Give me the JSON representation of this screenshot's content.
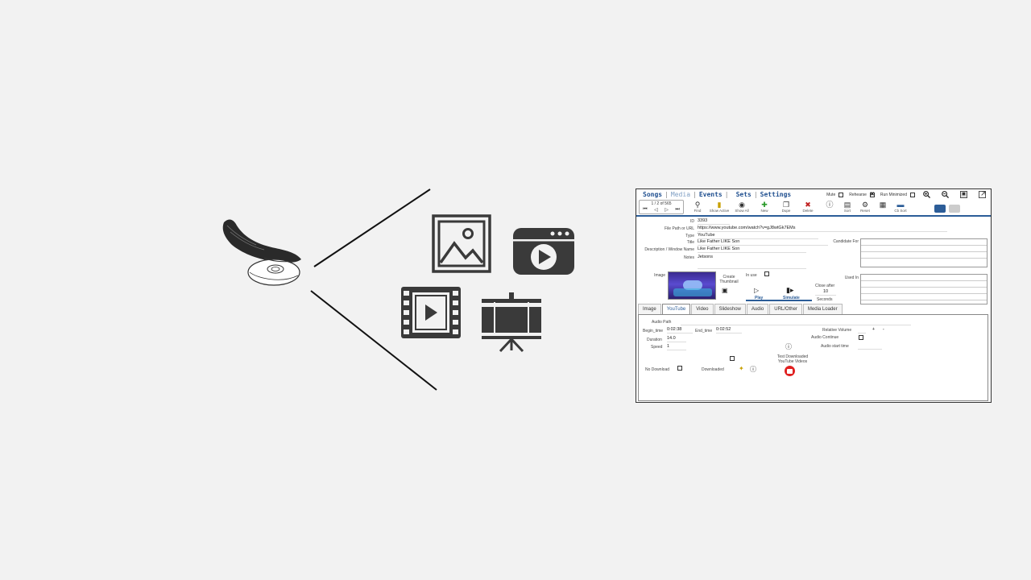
{
  "app": {
    "nav": {
      "songs": "Songs",
      "media": "Media",
      "events": "Events",
      "sets": "Sets",
      "settings": "Settings",
      "mute": "Mute",
      "rehearse": "Rehearse",
      "run_minimized": "Run Minimized"
    },
    "record_nav": {
      "count": "1 / 2 of 565"
    },
    "toolbar": {
      "find": "Find",
      "show_active": "Show Active",
      "show_all": "Show All",
      "new": "New",
      "dupe": "Dupe",
      "delete": "Delete",
      "sort": "Sort",
      "reset": "Reset",
      "cb_sort": "Cb Sort"
    },
    "fields": {
      "id_label": "ID",
      "id_value": "3393",
      "path_label": "File Path or URL",
      "path_value": "https://www.youtube.com/watch?v=gJ8wtGk7EMs",
      "type_label": "Type",
      "type_value": "YouTube",
      "title_label": "Title",
      "title_value": "Like Father LIKE Son",
      "desc_label": "Description / Window Name",
      "desc_value": "Like Father LIKE Son",
      "notes_label": "Notes",
      "notes_value": "Jetsons",
      "candidate_label": "Candidate For",
      "image_label": "Image",
      "create_thumb": "Create Thumbnail",
      "in_use": "In use",
      "used_in": "Used In",
      "play": "Play",
      "simulate": "Simulate",
      "close_after": "Close after",
      "close_after_value": "10",
      "seconds": "Seconds"
    },
    "tabs": [
      "Image",
      "YouTube",
      "Video",
      "Slideshow",
      "Audio",
      "URL/Other",
      "Media Loader"
    ],
    "youtube_panel": {
      "audio_path": "Audio Path",
      "begin_label": "Begin_time",
      "begin_value": "0:02:38",
      "end_label": "End_time",
      "end_value": "0:02:52",
      "duration_label": "Duration",
      "duration_value": "14.0",
      "speed_label": "Speed",
      "speed_value": "1",
      "relative_volume": "Relative Volume",
      "audio_continue": "Audio Continue",
      "audio_start": "Audio start time",
      "no_download": "No Download",
      "downloaded": "Downloaded",
      "test_downloaded": "Test Downloaded YouTube Videos"
    }
  },
  "icons": [
    "hand-mouse-icon",
    "image-icon",
    "youtube-player-icon",
    "film-icon",
    "slideshow-icon"
  ],
  "colors": {
    "accent": "#2c5d98",
    "icon_dark": "#3a3a3a",
    "youtube_red": "#e02020",
    "background": "#f2f2f2"
  }
}
